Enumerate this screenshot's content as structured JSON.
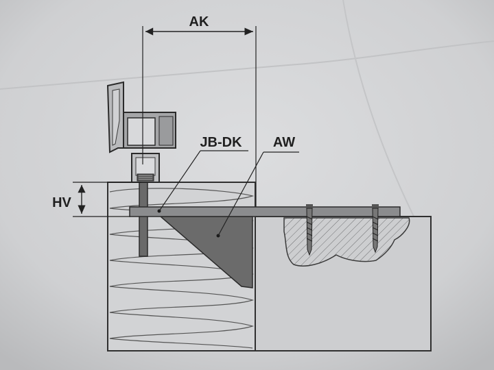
{
  "labels": {
    "ak": "AK",
    "hv": "HV",
    "jbdk": "JB-DK",
    "aw": "AW"
  },
  "colors": {
    "paper": "#d4d5d7",
    "ink": "#2a2a2a",
    "bracket_fill": "#6a6a6a",
    "rail_fill": "#8d8e90",
    "concrete_fill": "#c9cacc",
    "insulation_fill": "#d0d1d3"
  }
}
